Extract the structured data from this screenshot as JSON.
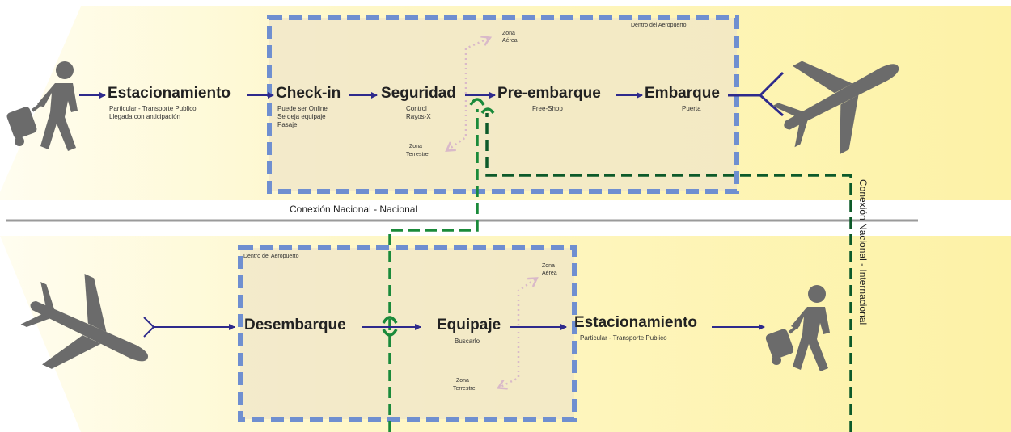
{
  "colors": {
    "band": "#fdf2a6",
    "band_fade": "#fffdf0",
    "zone_border": "#6f8fd0",
    "zone_fill": "#efe6c8",
    "arrow": "#2e2a8c",
    "route": "#1a8a3a",
    "route_dark": "#0d5a2a",
    "side_path": "#d9b9c9",
    "icon": "#6b6b6b",
    "divider": "#9a9a9a"
  },
  "top": {
    "zone_label": "Dentro del Aeropuerto",
    "parking": {
      "title": "Estacionamiento",
      "line1": "Particular - Transporte Publico",
      "line2": "Llegada con anticipación"
    },
    "checkin": {
      "title": "Check-in",
      "line1": "Puede ser Online",
      "line2": "Se deja equipaje",
      "line3": "Pasaje"
    },
    "security": {
      "title": "Seguridad",
      "line1": "Control",
      "line2": "Rayos-X"
    },
    "preboarding": {
      "title": "Pre-embarque",
      "line1": "Free-Shop"
    },
    "boarding": {
      "title": "Embarque",
      "line1": "Puerta"
    },
    "air_zone": {
      "line1": "Zona",
      "line2": "Aérea"
    },
    "land_zone": {
      "line1": "Zona",
      "line2": "Terrestre"
    }
  },
  "divider_label": "Conexión Nacional - Nacional",
  "side_label": "Conexión Nacional - Internacional",
  "bottom": {
    "zone_label": "Dentro del Aeropuerto",
    "deplaning": {
      "title": "Desembarque"
    },
    "baggage": {
      "title": "Equipaje",
      "line1": "Buscarlo"
    },
    "parking": {
      "title": "Estacionamiento",
      "line1": "Particular - Transporte Publico"
    },
    "air_zone": {
      "line1": "Zona",
      "line2": "Aérea"
    },
    "land_zone": {
      "line1": "Zona",
      "line2": "Terrestre"
    }
  },
  "icons": [
    "traveler-icon",
    "airplane-icon"
  ]
}
